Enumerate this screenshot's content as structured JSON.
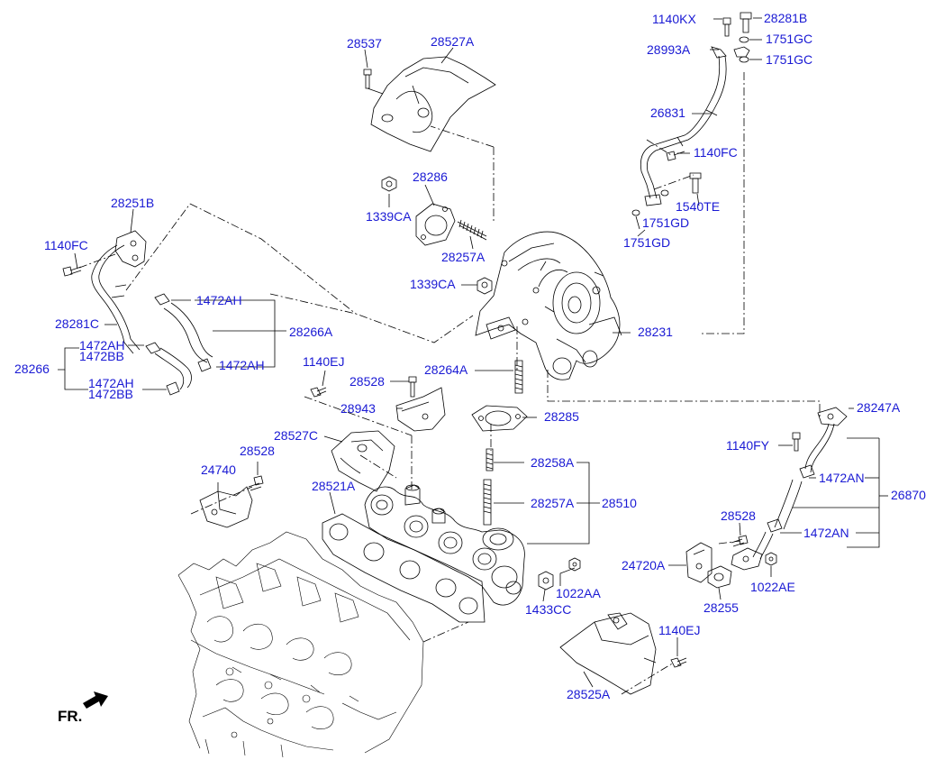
{
  "diagram": {
    "link_color": "#1a1ad4",
    "line_color": "#000000",
    "orientation_label": "FR.",
    "labels": [
      {
        "id": "28537",
        "text": "28537"
      },
      {
        "id": "28527A",
        "text": "28527A"
      },
      {
        "id": "1140KX",
        "text": "1140KX"
      },
      {
        "id": "28281B",
        "text": "28281B"
      },
      {
        "id": "28993A",
        "text": "28993A"
      },
      {
        "id": "1751GC_a",
        "text": "1751GC"
      },
      {
        "id": "1751GC_b",
        "text": "1751GC"
      },
      {
        "id": "26831",
        "text": "26831"
      },
      {
        "id": "1140FC_a",
        "text": "1140FC"
      },
      {
        "id": "1540TE",
        "text": "1540TE"
      },
      {
        "id": "1751GD_a",
        "text": "1751GD"
      },
      {
        "id": "1751GD_b",
        "text": "1751GD"
      },
      {
        "id": "28286",
        "text": "28286"
      },
      {
        "id": "1339CA_a",
        "text": "1339CA"
      },
      {
        "id": "28257A_a",
        "text": "28257A"
      },
      {
        "id": "1339CA_b",
        "text": "1339CA"
      },
      {
        "id": "28251B",
        "text": "28251B"
      },
      {
        "id": "1140FC_b",
        "text": "1140FC"
      },
      {
        "id": "1472AH_a",
        "text": "1472AH"
      },
      {
        "id": "28281C",
        "text": "28281C"
      },
      {
        "id": "28266A",
        "text": "28266A"
      },
      {
        "id": "1472AH_b",
        "text": "1472AH"
      },
      {
        "id": "1472BB_a",
        "text": "1472BB"
      },
      {
        "id": "28266",
        "text": "28266"
      },
      {
        "id": "1472AH_c",
        "text": "1472AH"
      },
      {
        "id": "1472AH_d",
        "text": "1472AH"
      },
      {
        "id": "1472BB_b",
        "text": "1472BB"
      },
      {
        "id": "28231",
        "text": "28231"
      },
      {
        "id": "1140EJ_a",
        "text": "1140EJ"
      },
      {
        "id": "28528_a",
        "text": "28528"
      },
      {
        "id": "28264A",
        "text": "28264A"
      },
      {
        "id": "28943",
        "text": "28943"
      },
      {
        "id": "28285",
        "text": "28285"
      },
      {
        "id": "28247A",
        "text": "28247A"
      },
      {
        "id": "28527C",
        "text": "28527C"
      },
      {
        "id": "28528_b",
        "text": "28528"
      },
      {
        "id": "24740",
        "text": "24740"
      },
      {
        "id": "1140FY",
        "text": "1140FY"
      },
      {
        "id": "28258A",
        "text": "28258A"
      },
      {
        "id": "1472AN_a",
        "text": "1472AN"
      },
      {
        "id": "28521A",
        "text": "28521A"
      },
      {
        "id": "28257A_b",
        "text": "28257A"
      },
      {
        "id": "28510",
        "text": "28510"
      },
      {
        "id": "26870",
        "text": "26870"
      },
      {
        "id": "28528_c",
        "text": "28528"
      },
      {
        "id": "1472AN_b",
        "text": "1472AN"
      },
      {
        "id": "24720A",
        "text": "24720A"
      },
      {
        "id": "1022AA",
        "text": "1022AA"
      },
      {
        "id": "1022AE",
        "text": "1022AE"
      },
      {
        "id": "28255",
        "text": "28255"
      },
      {
        "id": "1433CC",
        "text": "1433CC"
      },
      {
        "id": "1140EJ_b",
        "text": "1140EJ"
      },
      {
        "id": "28525A",
        "text": "28525A"
      }
    ]
  }
}
